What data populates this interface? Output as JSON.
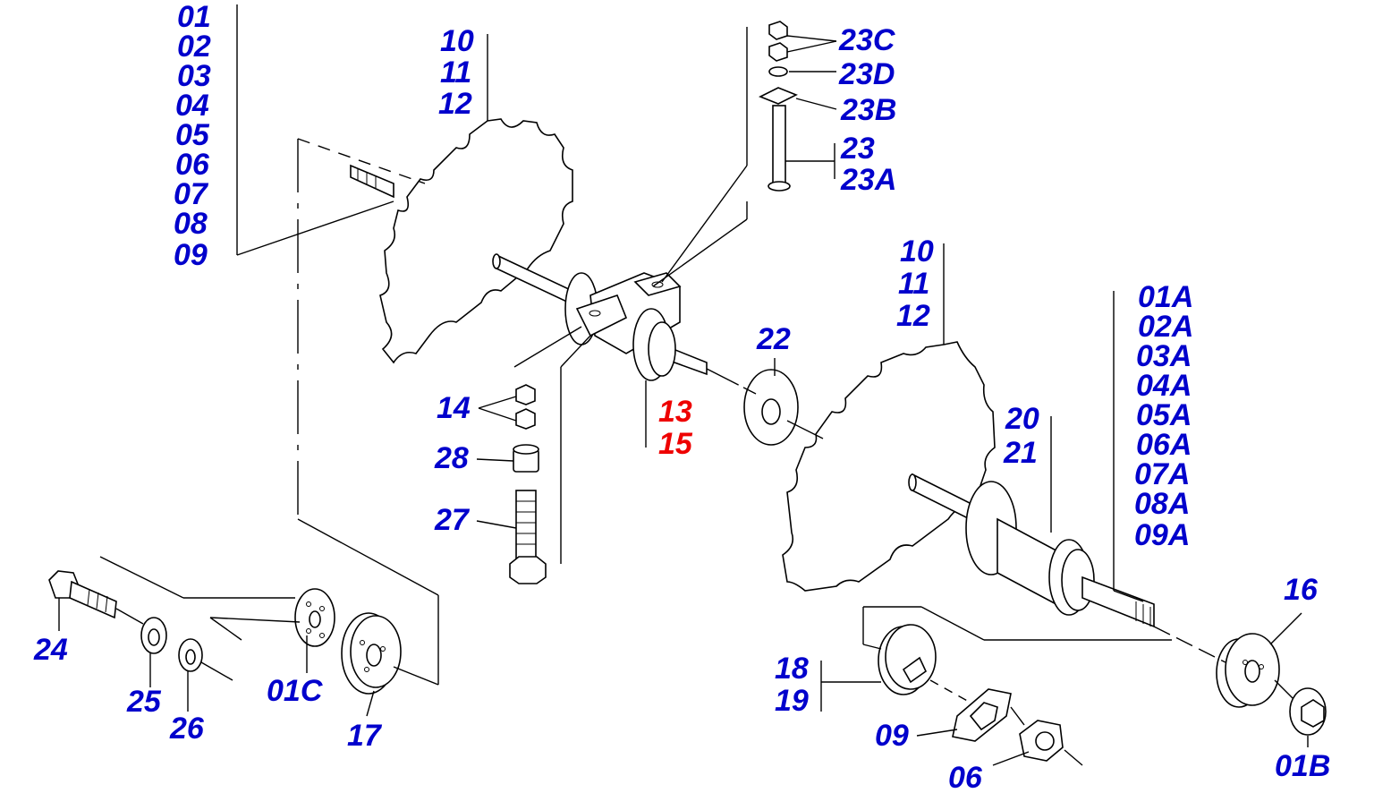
{
  "colors": {
    "label": "#0000cc",
    "highlight": "#ee0000",
    "line": "#000000"
  },
  "labels": {
    "a01": "01",
    "a02": "02",
    "a03": "03",
    "a04": "04",
    "a05": "05",
    "a06": "06",
    "a07": "07",
    "a08": "08",
    "a09": "09",
    "b10": "10",
    "b11": "11",
    "b12": "12",
    "c10": "10",
    "c11": "11",
    "c12": "12",
    "l23C": "23C",
    "l23D": "23D",
    "l23B": "23B",
    "l23": "23",
    "l23A": "23A",
    "l14": "14",
    "l28": "28",
    "l27": "27",
    "l13": "13",
    "l15": "15",
    "l22": "22",
    "l20": "20",
    "l21": "21",
    "r01A": "01A",
    "r02A": "02A",
    "r03A": "03A",
    "r04A": "04A",
    "r05A": "05A",
    "r06A": "06A",
    "r07A": "07A",
    "r08A": "08A",
    "r09A": "09A",
    "l16": "16",
    "l24": "24",
    "l25": "25",
    "l26": "26",
    "l01C": "01C",
    "l17": "17",
    "l18": "18",
    "l19": "19",
    "l09": "09",
    "l06": "06",
    "l01B": "01B"
  }
}
